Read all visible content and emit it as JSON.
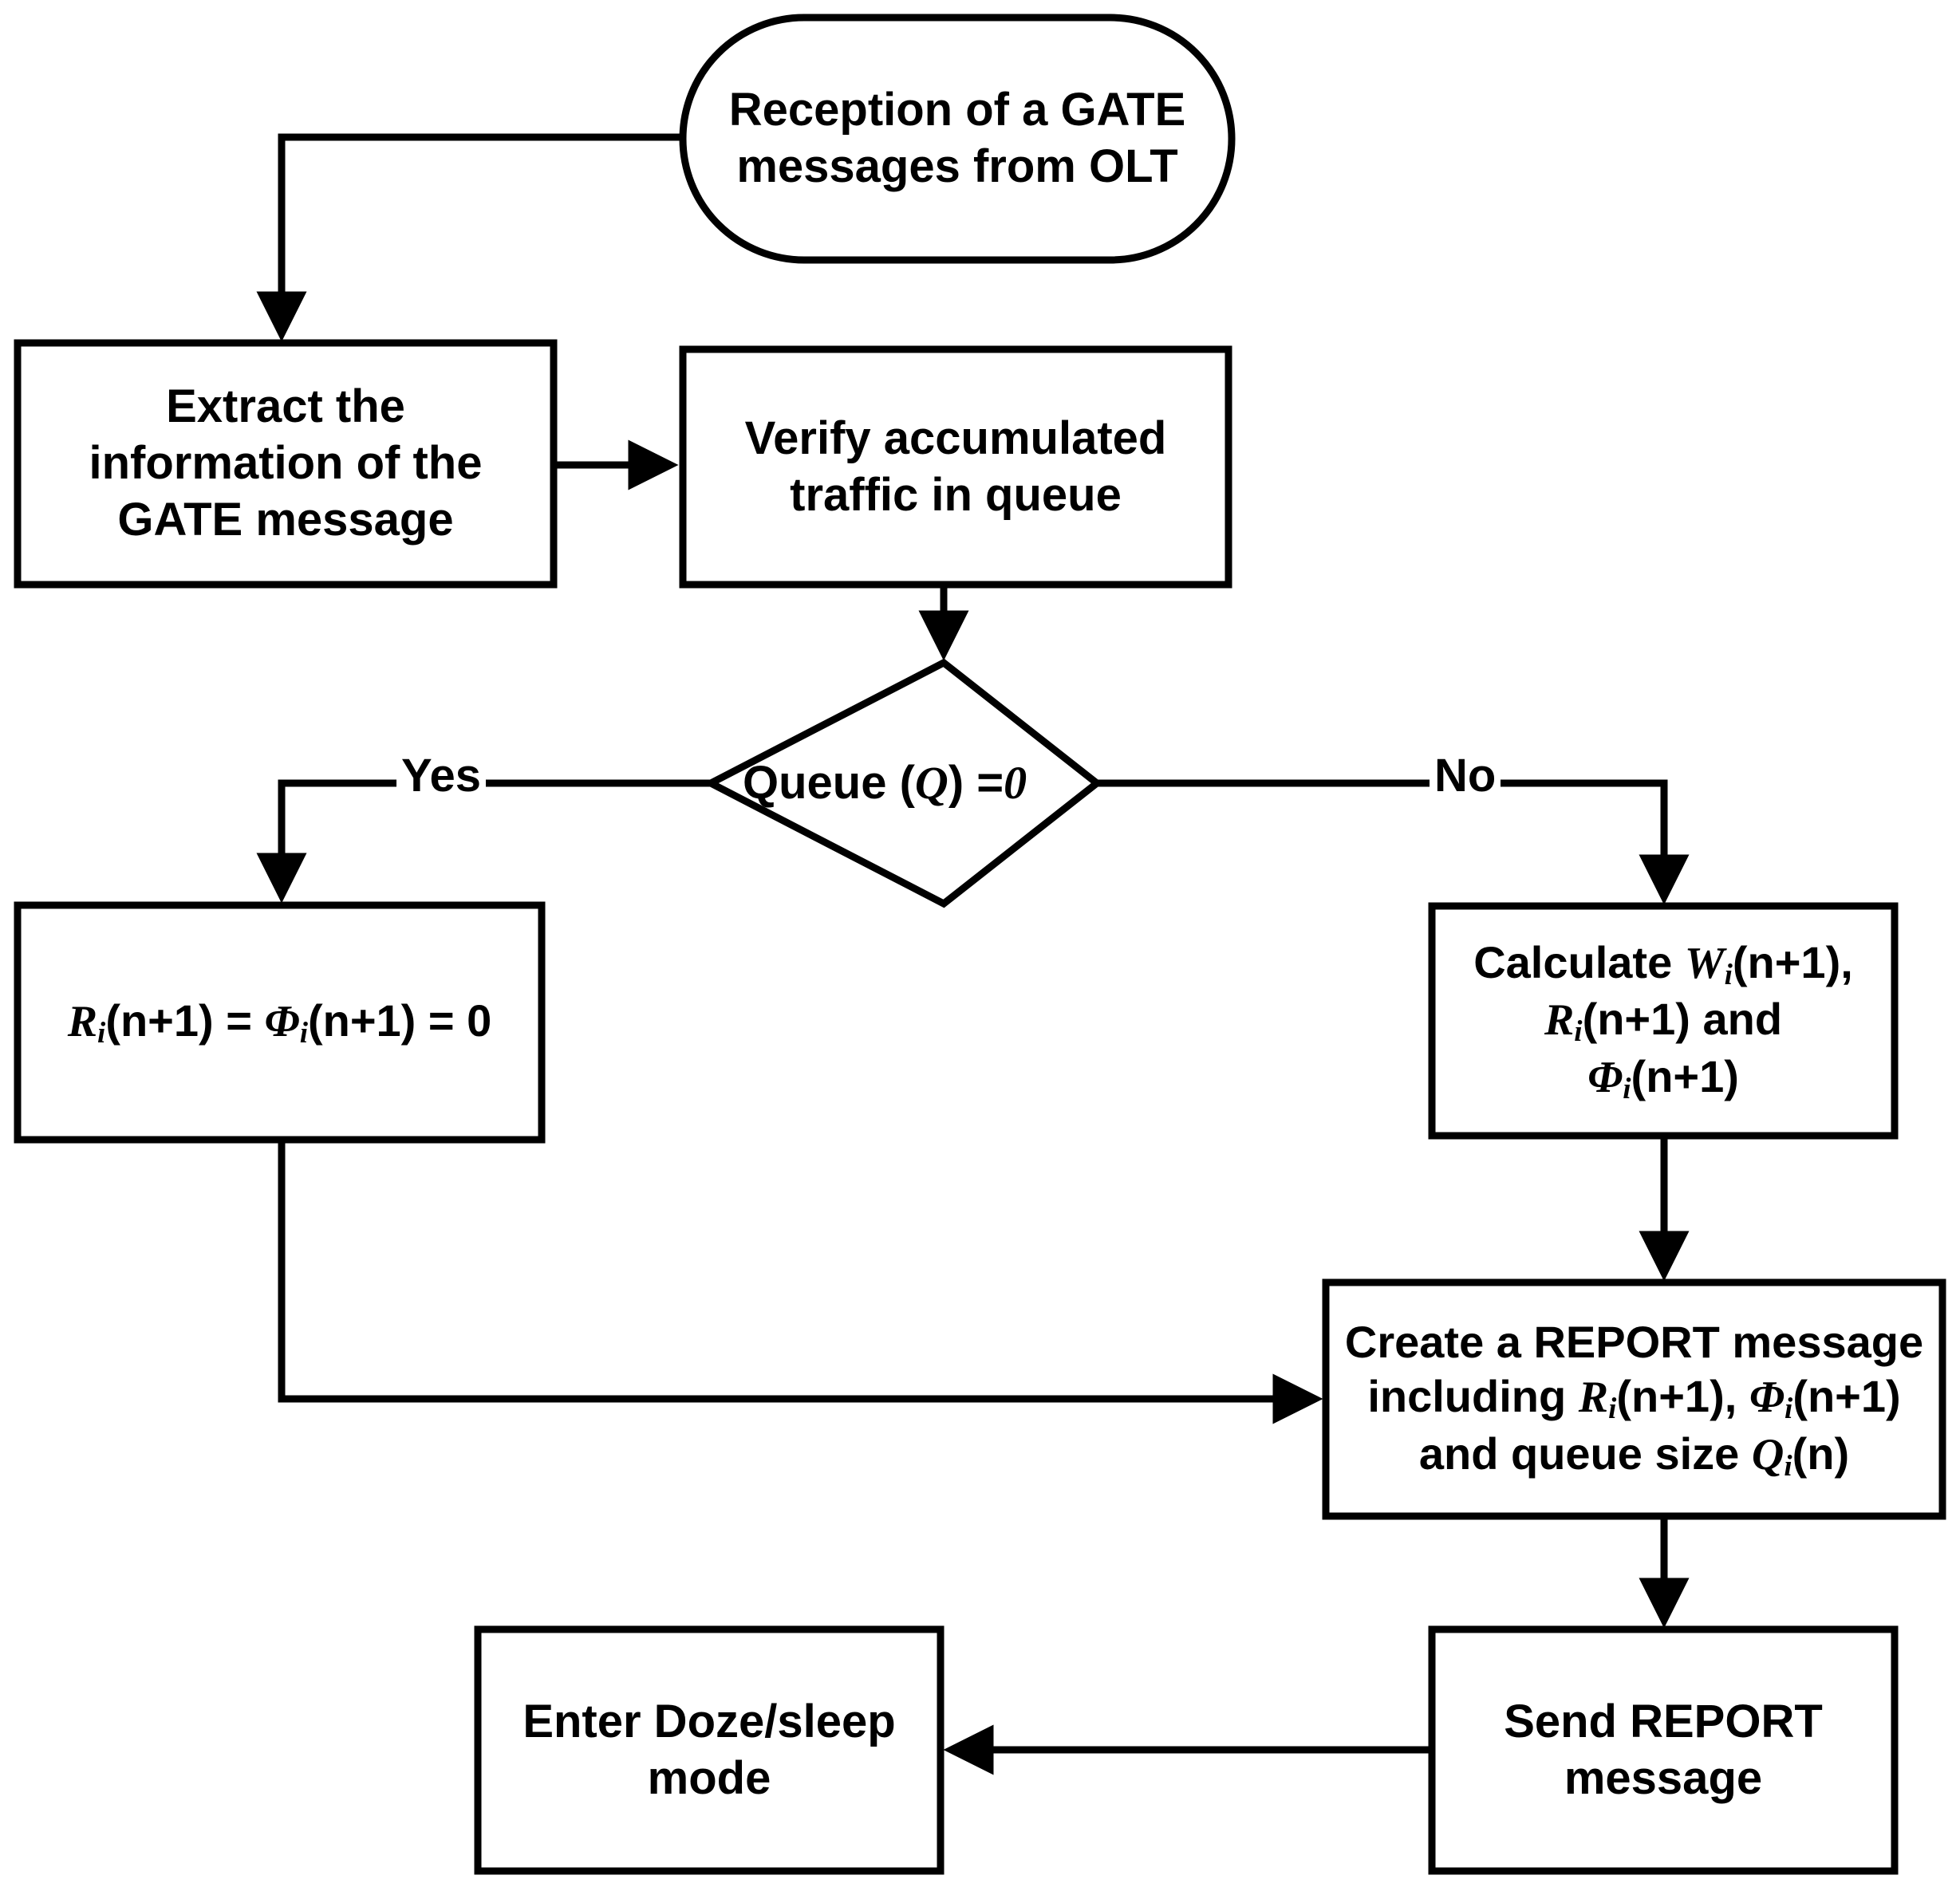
{
  "diagram": {
    "type": "flowchart",
    "title_visible": false,
    "stroke_color": "#000000",
    "fill_color": "#ffffff",
    "text_color": "#000000",
    "nodes": [
      {
        "id": "start",
        "shape": "stadium",
        "lines": [
          "Reception of a GATE",
          "messages from OLT"
        ],
        "text": "Reception of a GATE messages from OLT"
      },
      {
        "id": "extract",
        "shape": "rectangle",
        "lines": [
          "Extract the",
          "information of the",
          "GATE message"
        ],
        "text": "Extract the information of the GATE message"
      },
      {
        "id": "verify",
        "shape": "rectangle",
        "lines": [
          "Verify accumulated",
          "traffic in queue"
        ],
        "text": "Verify accumulated traffic in queue"
      },
      {
        "id": "decision",
        "shape": "diamond",
        "text": "Queue (Q) = 0",
        "prefix": "Queue (",
        "var": "Q",
        "middle": ") = ",
        "value": "0"
      },
      {
        "id": "reset",
        "shape": "rectangle",
        "text": "Ri(n+1) = Φi(n+1) = 0"
      },
      {
        "id": "calculate",
        "shape": "rectangle",
        "text": "Calculate Wi(n+1), Ri(n+1) and Φi(n+1)"
      },
      {
        "id": "create-report",
        "shape": "rectangle",
        "text": "Create a REPORT message including Ri(n+1), Φi(n+1) and queue size Qi(n)"
      },
      {
        "id": "send-report",
        "shape": "rectangle",
        "lines": [
          "Send REPORT",
          "message"
        ],
        "text": "Send REPORT message"
      },
      {
        "id": "doze",
        "shape": "rectangle",
        "lines": [
          "Enter Doze/sleep",
          "mode"
        ],
        "text": "Enter Doze/sleep mode"
      }
    ],
    "edge_labels": {
      "yes": "Yes",
      "no": "No"
    }
  }
}
